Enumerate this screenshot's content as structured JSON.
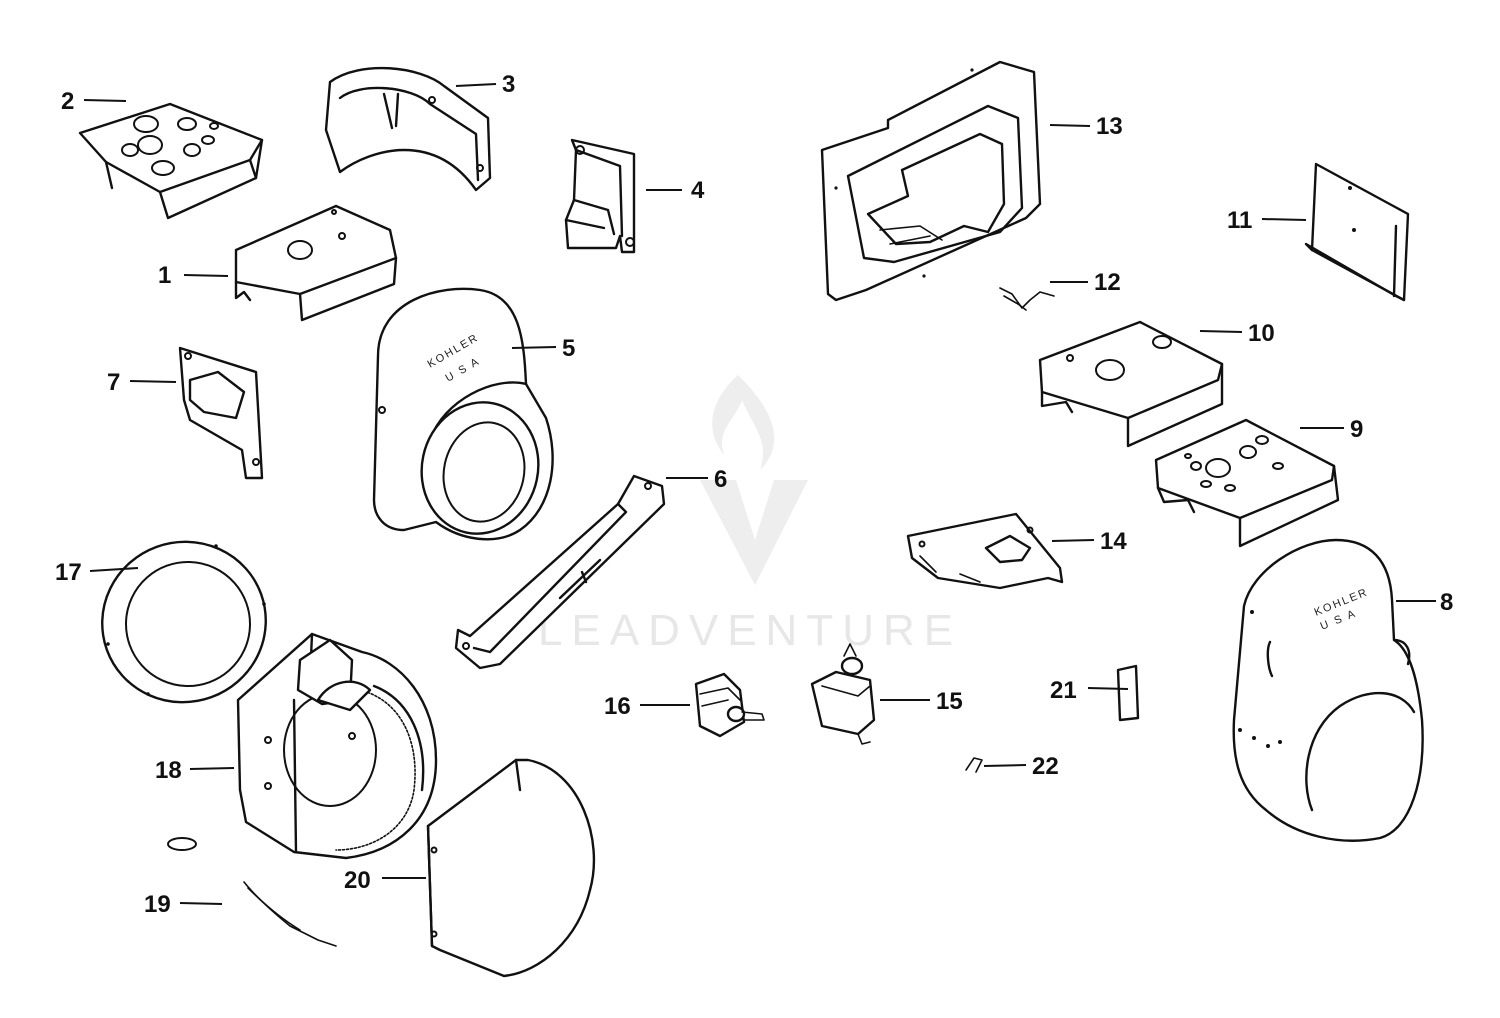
{
  "watermark": {
    "text": "LEADVENTURE"
  },
  "brand_marks": {
    "line1": "KOHLER",
    "line2": "U S A"
  },
  "callouts": [
    {
      "id": "1",
      "label": "1"
    },
    {
      "id": "2",
      "label": "2"
    },
    {
      "id": "3",
      "label": "3"
    },
    {
      "id": "4",
      "label": "4"
    },
    {
      "id": "5",
      "label": "5"
    },
    {
      "id": "6",
      "label": "6"
    },
    {
      "id": "7",
      "label": "7"
    },
    {
      "id": "8",
      "label": "8"
    },
    {
      "id": "9",
      "label": "9"
    },
    {
      "id": "10",
      "label": "10"
    },
    {
      "id": "11",
      "label": "11"
    },
    {
      "id": "12",
      "label": "12"
    },
    {
      "id": "13",
      "label": "13"
    },
    {
      "id": "14",
      "label": "14"
    },
    {
      "id": "15",
      "label": "15"
    },
    {
      "id": "16",
      "label": "16"
    },
    {
      "id": "17",
      "label": "17"
    },
    {
      "id": "18",
      "label": "18"
    },
    {
      "id": "19",
      "label": "19"
    },
    {
      "id": "20",
      "label": "20"
    },
    {
      "id": "21",
      "label": "21"
    },
    {
      "id": "22",
      "label": "22"
    }
  ]
}
